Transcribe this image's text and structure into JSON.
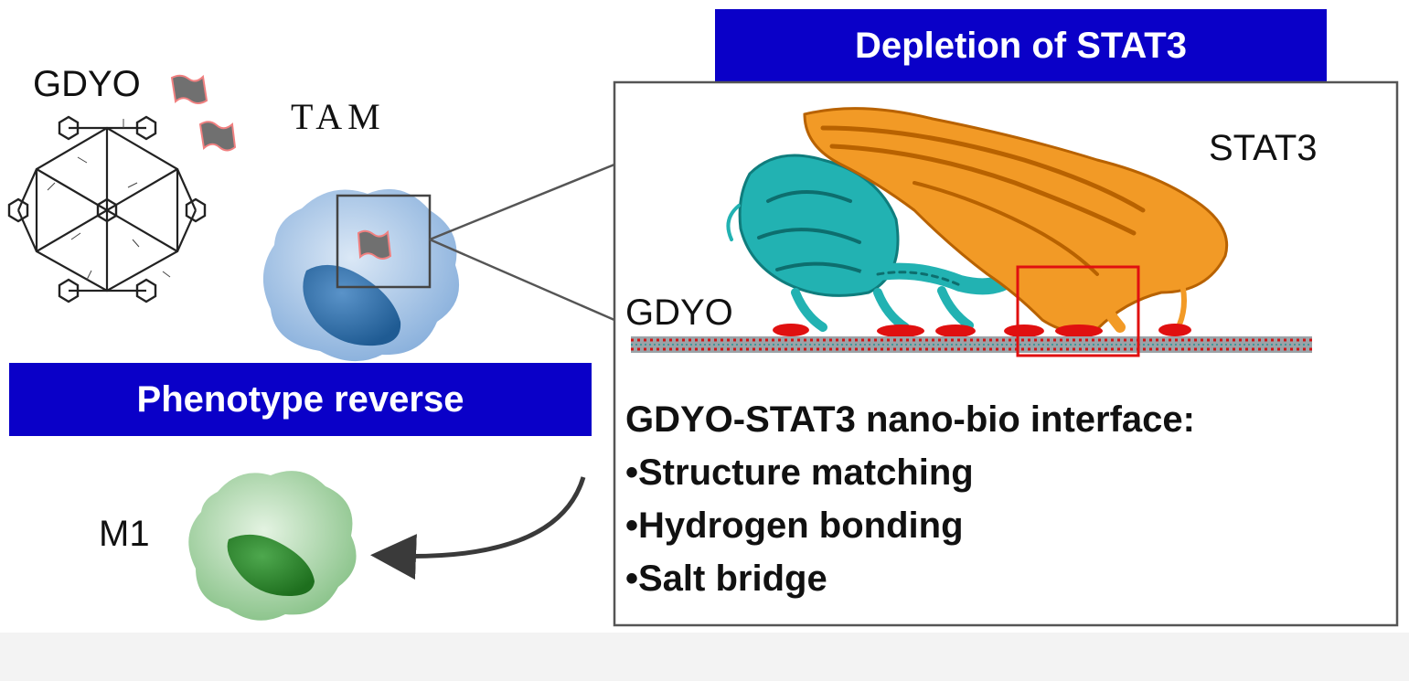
{
  "labels": {
    "gdyo_left": "GDYO",
    "tam": "TAM",
    "m1": "M1",
    "stat3": "STAT3",
    "gdyo_panel": "GDYO"
  },
  "banners": {
    "depletion": "Depletion of STAT3",
    "phenotype": "Phenotype reverse"
  },
  "interface": {
    "heading": "GDYO-STAT3 nano-bio interface:",
    "points": [
      "•Structure matching",
      "•Hydrogen bonding",
      "•Salt bridge"
    ]
  },
  "colors": {
    "banner_blue": "#0a00c8",
    "stat3_orange": "#f0941e",
    "partner_teal": "#1ab0b0",
    "contact_red": "#e01010",
    "tam_blue": "#8fb3dc",
    "m1_green": "#8cc48c"
  }
}
